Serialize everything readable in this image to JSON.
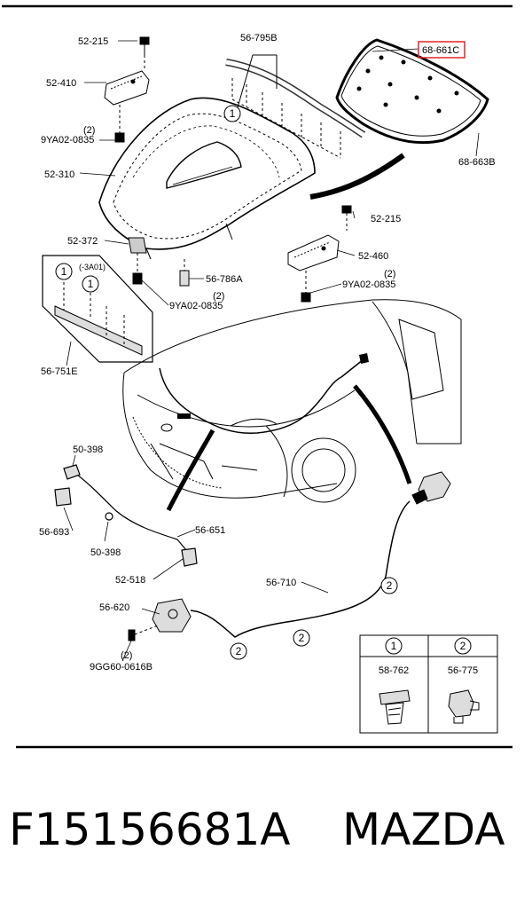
{
  "diagram": {
    "callouts": {
      "hinge_bolt_left": "52-215",
      "hinge_left": "52-410",
      "hinge_bolt_qty_left": "(2)",
      "hinge_screw_left": "9YA02-0835",
      "hood_panel": "52-310",
      "hood_seal": "56-795B",
      "hood_insulator": "68-661C",
      "insulator_clip": "68-663B",
      "hinge_bolt_right": "52-215",
      "hinge_right": "52-460",
      "hinge_screw_qty_right": "(2)",
      "hinge_screw_right": "9YA02-0835",
      "stay_bracket": "52-372",
      "hood_bumper": "56-786A",
      "stay_screw_qty": "(2)",
      "stay_screw": "9YA02-0835",
      "front_seal": "56-751E",
      "seal_variant_note": "(-3A01)",
      "clip_upper": "50-398",
      "lock_bracket": "56-693",
      "clip_lower": "50-398",
      "release_cable_front": "56-651",
      "cable_grommet": "52-518",
      "release_cable_main": "56-710",
      "hood_lock": "56-620",
      "lock_bolt_qty": "(2)",
      "lock_bolt": "9GG60-0616B"
    },
    "markers": {
      "one": "1",
      "two": "2"
    },
    "legend": {
      "col1_marker": "1",
      "col2_marker": "2",
      "col1_part": "58-762",
      "col2_part": "56-775"
    },
    "highlight_color": "#e0242a"
  },
  "caption": {
    "part_number": "F15156681A",
    "brand": "MAZDA"
  }
}
